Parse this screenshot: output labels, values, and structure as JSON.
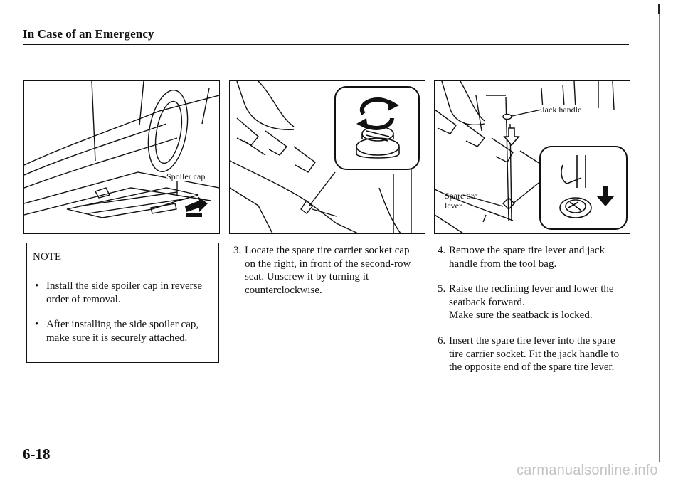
{
  "header": {
    "title": "In Case of an Emergency"
  },
  "figures": {
    "spoiler": {
      "label": "Spoiler cap"
    },
    "socket": {},
    "lever": {
      "jack_label": "Jack handle",
      "lever_label_1": "Spare tire",
      "lever_label_2": "lever"
    }
  },
  "note": {
    "title": "NOTE",
    "items": [
      "Install the side spoiler cap in reverse order of removal.",
      "After installing the side spoiler cap, make sure it is securely attached."
    ]
  },
  "steps": [
    {
      "number": "3.",
      "text": "Locate the spare tire carrier socket cap on the right, in front of the second-row seat. Unscrew it by turning it counterclockwise."
    },
    {
      "number": "4.",
      "text": "Remove the spare tire lever and jack handle from the tool bag."
    },
    {
      "number": "5.",
      "text": "Raise the reclining lever and lower the seatback forward.",
      "note": "Make sure the seatback is locked."
    },
    {
      "number": "6.",
      "text": "Insert the spare tire lever into the spare tire carrier socket. Fit the jack handle to the opposite end of the spare tire lever."
    }
  ],
  "footer": {
    "page_number": "6-18",
    "watermark": "carmanualsonline.info"
  }
}
